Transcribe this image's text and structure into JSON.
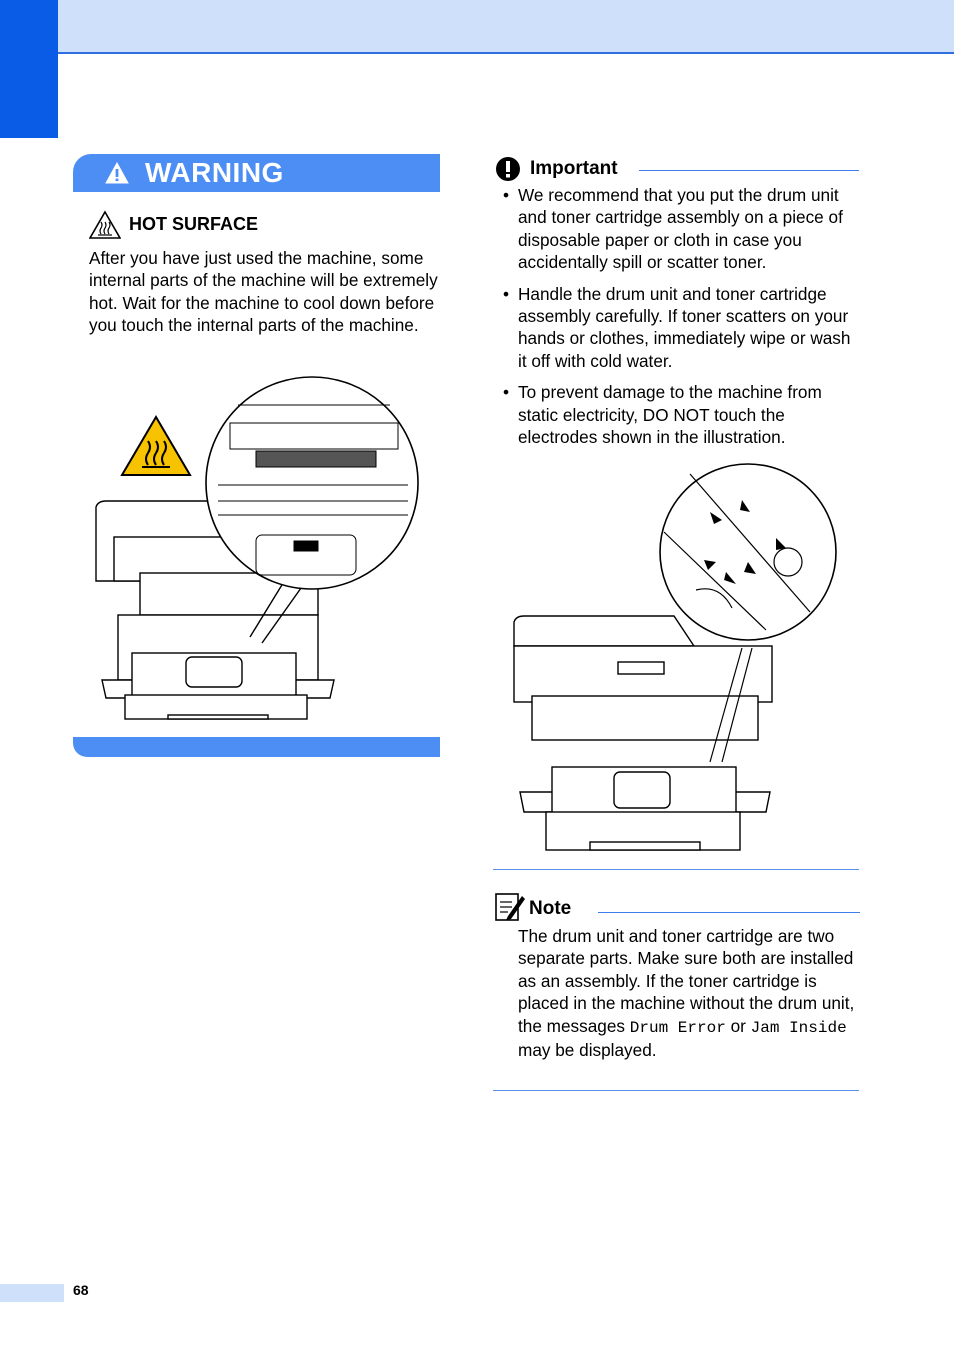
{
  "header": {},
  "warning": {
    "title": "WARNING",
    "subheading": "HOT SURFACE",
    "body": "After you have just used the machine, some internal parts of the machine will be extremely hot. Wait for the machine to cool down before you touch the internal parts of the machine."
  },
  "important": {
    "title": "Important",
    "items": [
      "We recommend that you put the drum unit and toner cartridge assembly on a piece of disposable paper or cloth in case you accidentally spill or scatter toner.",
      "Handle the drum unit and toner cartridge assembly carefully. If toner scatters on your hands or clothes, immediately wipe or wash it off with cold water.",
      "To prevent damage to the machine from static electricity, DO NOT touch the electrodes shown in the illustration."
    ]
  },
  "note": {
    "title": "Note",
    "text_before": "The drum unit and toner cartridge are two separate parts. Make sure both are installed as an assembly. If the toner cartridge is placed in the machine without the drum unit, the messages",
    "msg1": "Drum Error",
    "conj": "or",
    "msg2": "Jam Inside",
    "text_after": "may be displayed."
  },
  "footer": {
    "page_number": "68"
  },
  "colors": {
    "accent": "#4d8ef5",
    "tab": "#0a5be6",
    "band": "#cfe0fb",
    "hot_symbol": "#f7c200"
  },
  "icons": [
    "warning-triangle-icon",
    "hot-surface-icon",
    "important-exclamation-icon",
    "note-pencil-icon"
  ]
}
